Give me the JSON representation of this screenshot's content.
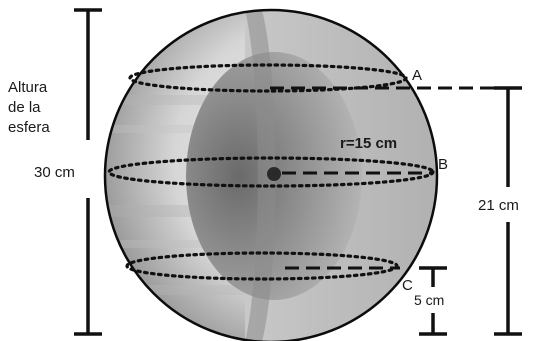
{
  "labels": {
    "height_line1": "Altura",
    "height_line2": "de la",
    "height_line3": "esfera",
    "height_value": "30 cm",
    "radius": "r=15 cm",
    "point_a": "A",
    "point_b": "B",
    "point_c": "C",
    "right_measure": "21 cm",
    "bottom_measure": "5 cm"
  },
  "colors": {
    "ink": "#111111",
    "sphere_light": "#e6e6e6",
    "sphere_mid": "#bdbdbd",
    "sphere_dark": "#8a8a8a",
    "cutaway_face": "#a9a9a9",
    "cutaway_shadow": "#6e6e6e"
  }
}
